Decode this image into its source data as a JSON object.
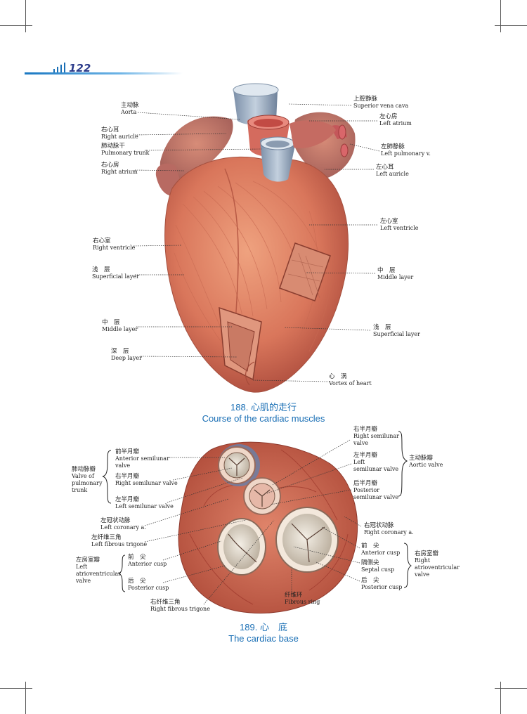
{
  "page_number": "122",
  "figure188": {
    "caption_zh": "188. 心肌的走行",
    "caption_en": "Course of the cardiac muscles",
    "labels": [
      {
        "zh": "主动脉",
        "en": "Aorta"
      },
      {
        "zh": "右心耳",
        "en": "Right auricle"
      },
      {
        "zh": "肺动脉干",
        "en": "Pulmonary trunk"
      },
      {
        "zh": "右心房",
        "en": "Right atrium"
      },
      {
        "zh": "右心室",
        "en": "Right ventricle"
      },
      {
        "zh": "浅　层",
        "en": "Superficial layer"
      },
      {
        "zh": "中　层",
        "en": "Middle layer"
      },
      {
        "zh": "深　层",
        "en": "Deep layer"
      },
      {
        "zh": "上腔静脉",
        "en": "Superior vena cava"
      },
      {
        "zh": "左心房",
        "en": "Left atrium"
      },
      {
        "zh": "左肺静脉",
        "en": "Left pulmonary v."
      },
      {
        "zh": "左心耳",
        "en": "Left auricle"
      },
      {
        "zh": "左心室",
        "en": "Left ventricle"
      },
      {
        "zh": "中　层",
        "en": "Middle layer"
      },
      {
        "zh": "浅　层",
        "en": "Superficial layer"
      },
      {
        "zh": "心　涡",
        "en": "Vortex of heart"
      }
    ]
  },
  "figure189": {
    "caption_zh": "189. 心　底",
    "caption_en": "The cardiac base",
    "labels": [
      {
        "zh": "肺动脉瓣",
        "en": "Valve of\npulmonary\ntrunk"
      },
      {
        "zh": "前半月瓣",
        "en": "Anterior semilunar\nvalve"
      },
      {
        "zh": "右半月瓣",
        "en": "Right semilunar valve"
      },
      {
        "zh": "左半月瓣",
        "en": "Left semilunar valve"
      },
      {
        "zh": "左冠状动脉",
        "en": "Left coronary a."
      },
      {
        "zh": "左纤维三角",
        "en": "Left fibrous trigone"
      },
      {
        "zh": "左房室瓣",
        "en": "Left\natrioventricular\nvalve"
      },
      {
        "zh": "前　尖",
        "en": "Anterior cusp"
      },
      {
        "zh": "后　尖",
        "en": "Posterior cusp"
      },
      {
        "zh": "右纤维三角",
        "en": "Right fibrous trigone"
      },
      {
        "zh": "纤维环",
        "en": "Fibrous ring"
      },
      {
        "zh": "右半月瓣",
        "en": "Right semilunar\nvalve"
      },
      {
        "zh": "左半月瓣",
        "en": "Left\nsemilunar valve"
      },
      {
        "zh": "后半月瓣",
        "en": "Posterior\nsemilunar valve"
      },
      {
        "zh": "主动脉瓣",
        "en": "Aortic valve"
      },
      {
        "zh": "右冠状动脉",
        "en": "Right coronary a."
      },
      {
        "zh": "前　尖",
        "en": "Anterior cusp"
      },
      {
        "zh": "隔侧尖",
        "en": "Septal cusp"
      },
      {
        "zh": "后　尖",
        "en": "Posterior cusp"
      },
      {
        "zh": "右房室瓣",
        "en": "Right\natrioventricular\nvalve"
      }
    ]
  }
}
